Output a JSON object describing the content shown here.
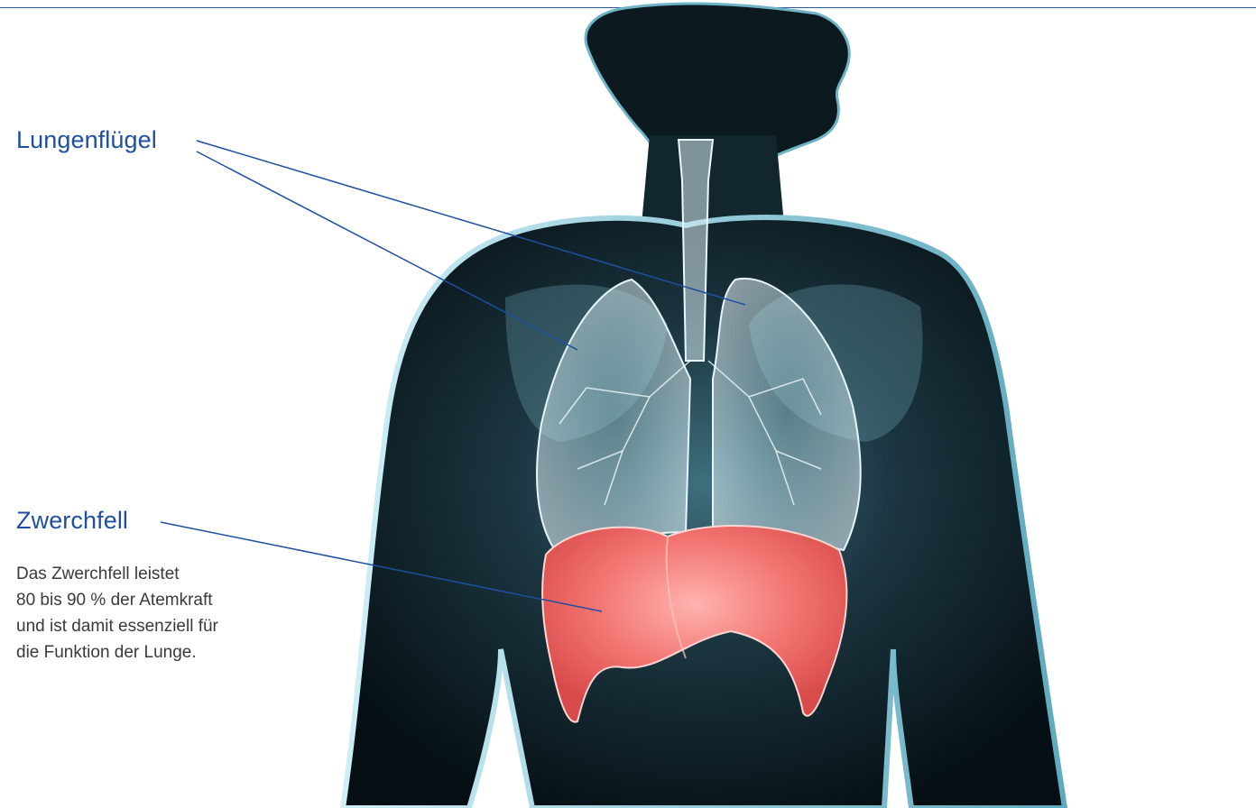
{
  "labels": {
    "lungs": "Lungenflügel",
    "diaphragm": "Zwerchfell"
  },
  "description": {
    "lines": [
      "Das Zwerchfell leistet",
      "80 bis 90 % der Atemkraft",
      "und ist damit essenziell für",
      "die Funktion der Lunge."
    ]
  },
  "colors": {
    "accent": "#1f4fa0",
    "diaphragm": "#f06a6a",
    "body_glow": "#8fd3e8",
    "body_dark": "#0a1216"
  }
}
